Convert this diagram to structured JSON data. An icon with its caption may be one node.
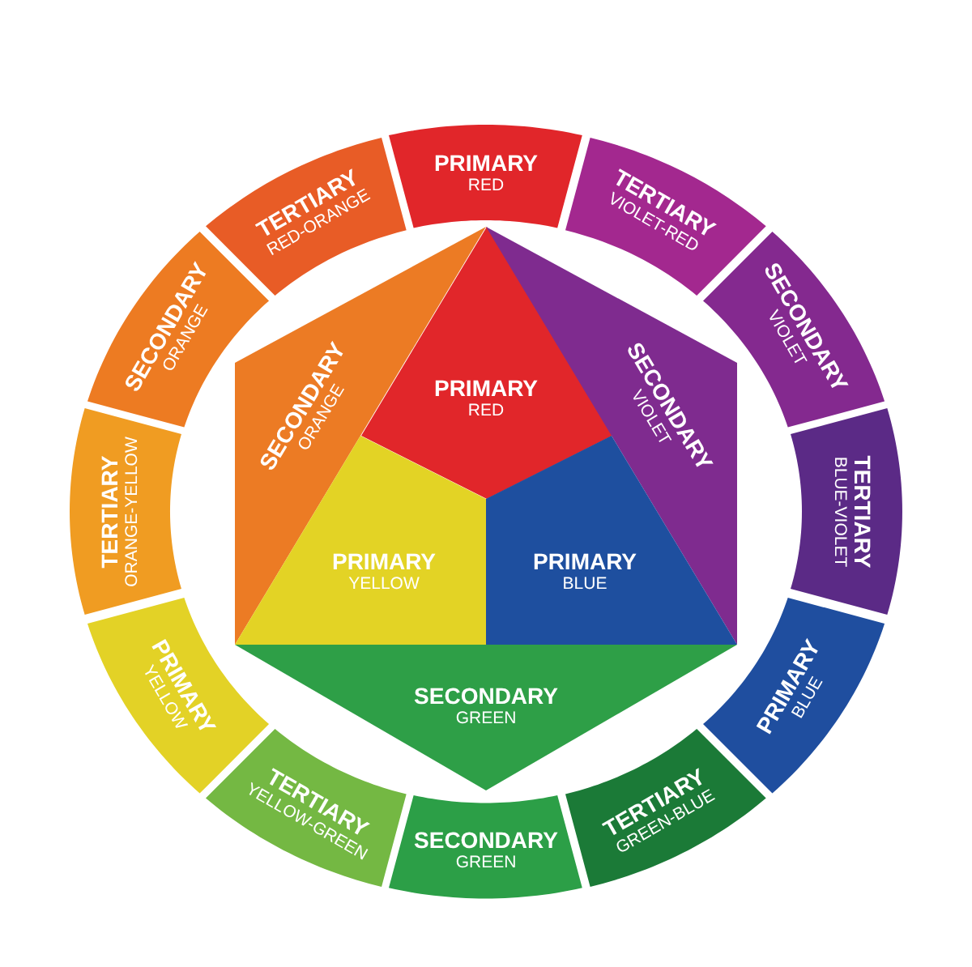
{
  "diagram": {
    "nodes": [
      {
        "text": [
          "PRIMARY",
          "RED"
        ]
      },
      {
        "text": [
          "TERTIARY",
          "VIOLET-RED"
        ]
      },
      {
        "text": [
          "SECONDARY",
          "VIOLET"
        ]
      },
      {
        "text": [
          "TERTIARY",
          "BLUE-VIOLET"
        ]
      },
      {
        "text": [
          "PRIMARY",
          "BLUE"
        ]
      },
      {
        "text": [
          "TERTIARY",
          "GREEN-BLUE"
        ]
      },
      {
        "text": [
          "SECONDARY",
          "GREEN"
        ]
      },
      {
        "text": [
          "TERTIARY",
          "YELLOW-GREEN"
        ]
      },
      {
        "text": [
          "PRIMARY",
          "YELLOW"
        ]
      },
      {
        "text": [
          "TERTIARY",
          "ORANGE-YELLOW"
        ]
      },
      {
        "text": [
          "SECONDARY",
          "ORANGE"
        ]
      },
      {
        "text": [
          "TERTIARY",
          "RED-ORANGE"
        ]
      },
      {
        "text": [
          "PRIMARY",
          "RED"
        ]
      },
      {
        "text": [
          "SECONDARY",
          "ORANGE"
        ]
      },
      {
        "text": [
          "SECONDARY",
          "VIOLET"
        ]
      },
      {
        "text": [
          "PRIMARY",
          "YELLOW"
        ]
      },
      {
        "text": [
          "PRIMARY",
          "BLUE"
        ]
      },
      {
        "text": [
          "SECONDARY",
          "GREEN"
        ]
      }
    ]
  }
}
